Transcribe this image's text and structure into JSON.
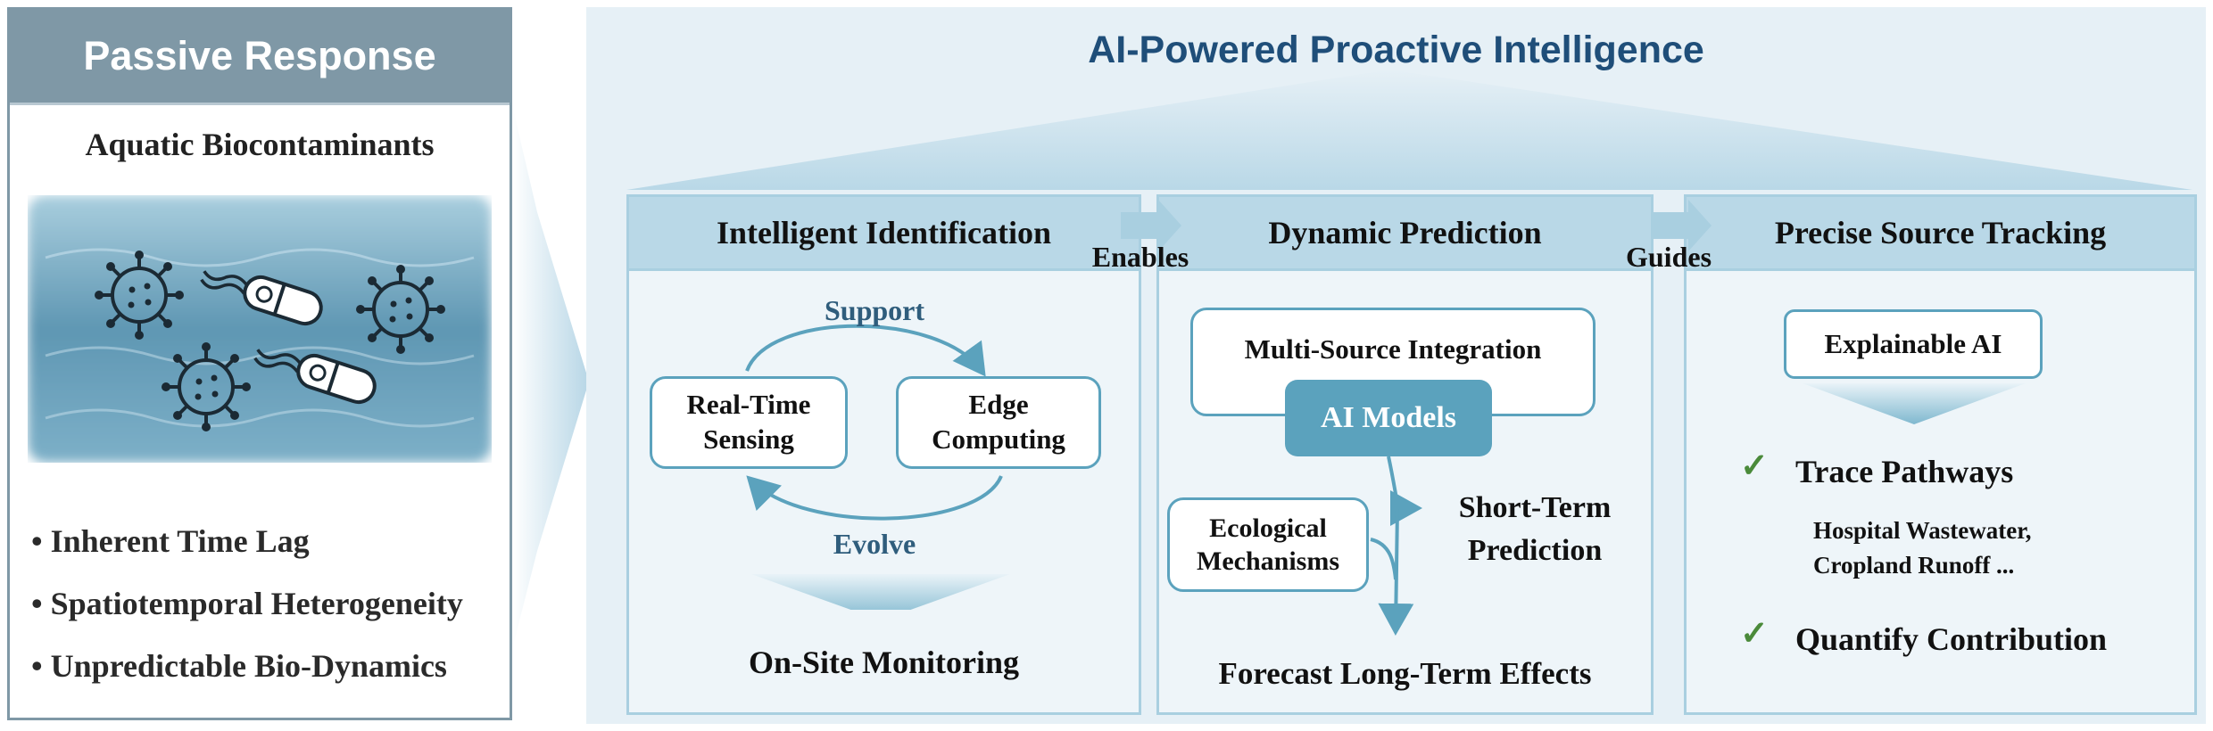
{
  "passive": {
    "header": "Passive Response",
    "title": "Aquatic Biocontaminants",
    "bullets": [
      "• Inherent Time Lag",
      "• Spatiotemporal Heterogeneity",
      "• Unpredictable Bio-Dynamics"
    ]
  },
  "main_title": "AI-Powered Proactive Intelligence",
  "identification": {
    "header": "Intelligent Identification",
    "support": "Support",
    "evolve": "Evolve",
    "sensing_line1": "Real-Time",
    "sensing_line2": "Sensing",
    "edge_line1": "Edge",
    "edge_line2": "Computing",
    "monitoring": "On-Site Monitoring"
  },
  "connectors": {
    "enables": "Enables",
    "guides": "Guides"
  },
  "prediction": {
    "header": "Dynamic Prediction",
    "integration": "Multi-Source Integration",
    "models": "AI Models",
    "eco_line1": "Ecological",
    "eco_line2": "Mechanisms",
    "short_line1": "Short-Term",
    "short_line2": "Prediction",
    "forecast": "Forecast Long-Term Effects"
  },
  "tracking": {
    "header": "Precise Source Tracking",
    "explainable": "Explainable AI",
    "check": "✓",
    "trace": "Trace Pathways",
    "sources_line1": "Hospital Wastewater,",
    "sources_line2": "Cropland Runoff ...",
    "quantify": "Quantify Contribution"
  },
  "colors": {
    "left_header": "#7f98a6",
    "panel_bg": "#e6f0f6",
    "column_header": "#b9d8e7",
    "accent_teal": "#5ba2bd",
    "title_blue": "#1f4e79",
    "check_green": "#4a8a3a"
  }
}
